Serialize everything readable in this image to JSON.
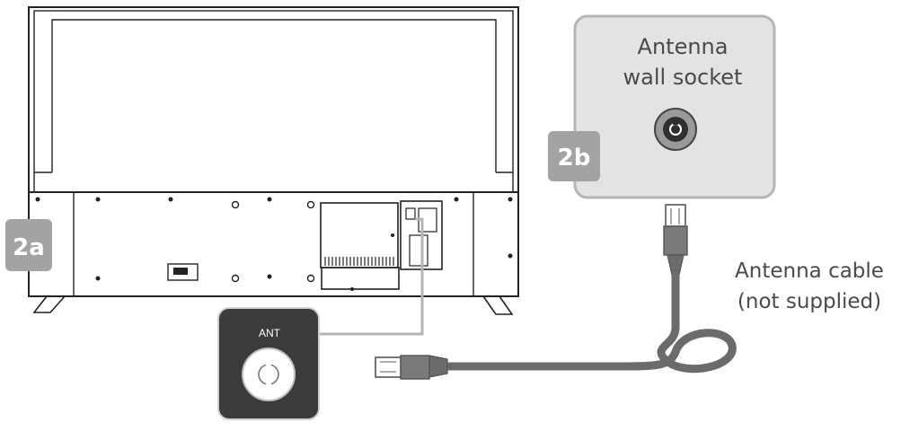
{
  "badges": {
    "tv_back": "2a",
    "wall_socket": "2b"
  },
  "wall_socket": {
    "line1": "Antenna",
    "line2": "wall socket"
  },
  "cable": {
    "line1": "Antenna cable",
    "line2": "(not supplied)"
  },
  "port": {
    "label": "ANT"
  },
  "colors": {
    "badge": "#a3a3a3",
    "ant_panel": "#3b3b3b",
    "cable": "#6b6b6b",
    "socket_panel": "#e3e3e3",
    "tv_outline": "#222222"
  },
  "icons": [
    "antenna-port-icon",
    "wall-socket-icon"
  ]
}
